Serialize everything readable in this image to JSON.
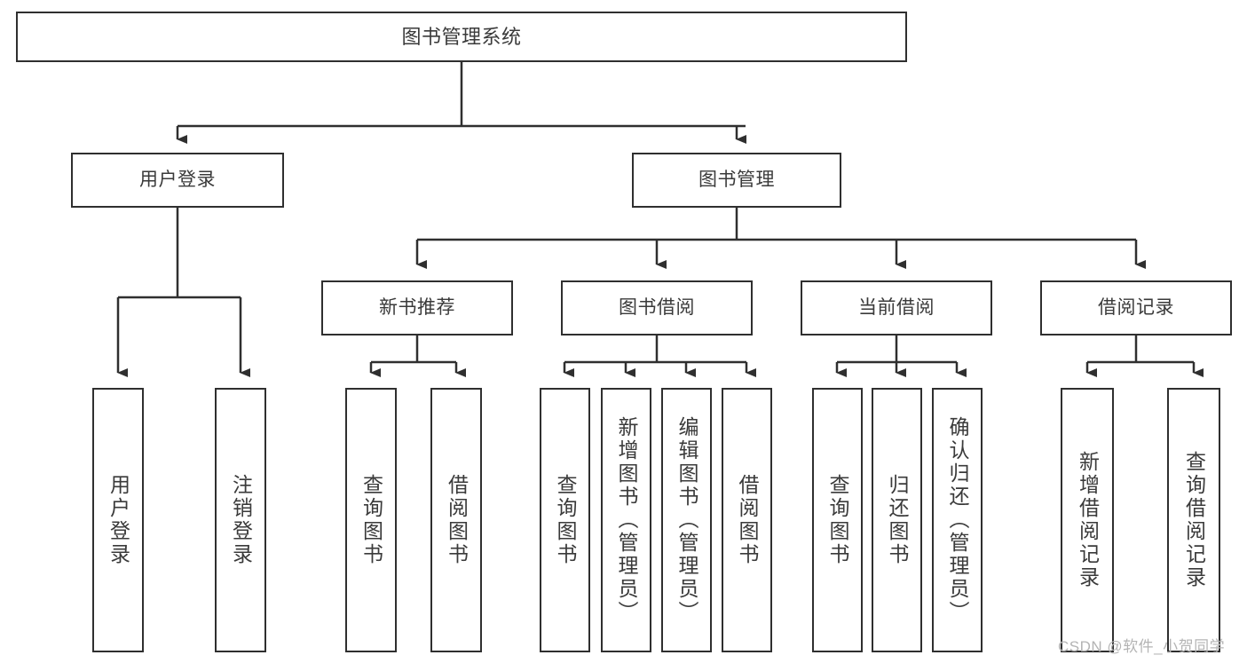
{
  "diagram": {
    "title": "图书管理系统",
    "type": "tree-hierarchy",
    "root": {
      "label": "图书管理系统"
    },
    "level1": [
      {
        "label": "用户登录"
      },
      {
        "label": "图书管理"
      }
    ],
    "level2": [
      {
        "label": "新书推荐"
      },
      {
        "label": "图书借阅"
      },
      {
        "label": "当前借阅"
      },
      {
        "label": "借阅记录"
      }
    ],
    "leaves": {
      "user_login": [
        {
          "label": "用户登录"
        },
        {
          "label": "注销登录"
        }
      ],
      "new_book_recommend": [
        {
          "label": "查询图书"
        },
        {
          "label": "借阅图书"
        }
      ],
      "book_borrow": [
        {
          "label": "查询图书"
        },
        {
          "label": "新增图书（管理员）"
        },
        {
          "label": "编辑图书（管理员）"
        },
        {
          "label": "借阅图书"
        }
      ],
      "current_borrow": [
        {
          "label": "查询图书"
        },
        {
          "label": "归还图书"
        },
        {
          "label": "确认归还（管理员）"
        }
      ],
      "borrow_record": [
        {
          "label": "新增借阅记录"
        },
        {
          "label": "查询借阅记录"
        }
      ]
    }
  },
  "watermark": {
    "text": "CSDN @软件_小贺同学"
  },
  "colors": {
    "border": "#2f2f2f",
    "text": "#3a3a3a",
    "background": "#ffffff",
    "watermark": "#b4b4b4"
  }
}
